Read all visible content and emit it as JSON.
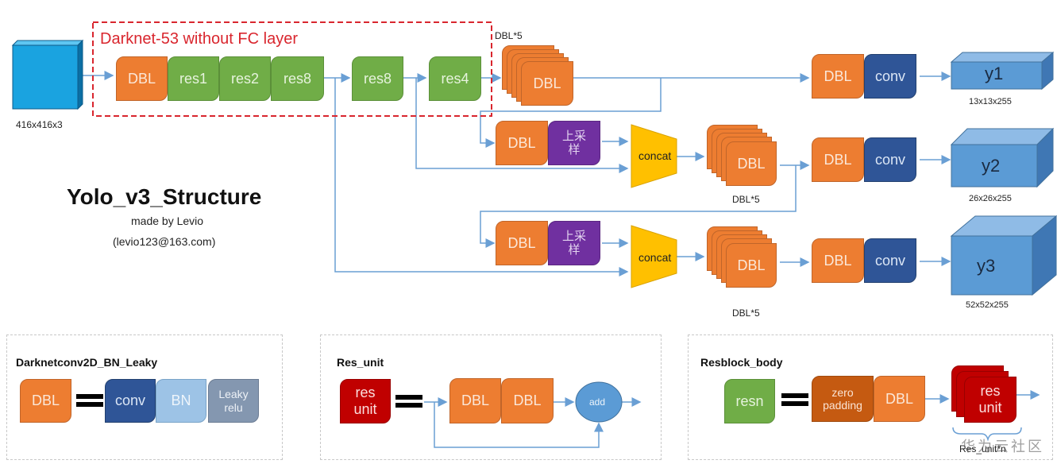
{
  "title": "Yolo_v3_Structure",
  "author_line": "made by Levio",
  "email_line": "(levio123@163.com)",
  "input": {
    "label": "416x416x3",
    "color": "#1aa3e0"
  },
  "backbone": {
    "title": "Darknet-53 without FC layer",
    "title_color": "#d9262e",
    "blocks": [
      "DBL",
      "res1",
      "res2",
      "res8"
    ]
  },
  "main_blocks": {
    "res8": "res8",
    "res4": "res4"
  },
  "dbl5_top": {
    "label": "DBL",
    "caption": "DBL*5"
  },
  "branch1": {
    "dbl": "DBL",
    "conv": "conv",
    "output": "y1",
    "size": "13x13x255"
  },
  "branch2": {
    "dbl": "DBL",
    "upsample": "上采\n样",
    "concat": "concat",
    "dbl5": "DBL",
    "dbl5_caption": "DBL*5",
    "head_dbl": "DBL",
    "conv": "conv",
    "output": "y2",
    "size": "26x26x255"
  },
  "branch3": {
    "dbl": "DBL",
    "upsample": "上采\n样",
    "concat": "concat",
    "dbl5": "DBL",
    "dbl5_caption": "DBL*5",
    "head_dbl": "DBL",
    "conv": "conv",
    "output": "y3",
    "size": "52x52x255"
  },
  "legend_dbl": {
    "title": "Darknetconv2D_BN_Leaky",
    "lhs": "DBL",
    "parts": [
      "conv",
      "BN",
      "Leaky\nrelu"
    ]
  },
  "legend_res_unit": {
    "title": "Res_unit",
    "lhs": "res\nunit",
    "parts": [
      "DBL",
      "DBL"
    ],
    "add": "add"
  },
  "legend_resblock": {
    "title": "Resblock_body",
    "lhs": "resn",
    "parts": [
      "zero\npadding",
      "DBL"
    ],
    "res_unit": "res\nunit",
    "brace_label": "Res_unit*n"
  },
  "watermark": "华为云社区",
  "colors": {
    "orange": "#ed7d31",
    "green": "#70ad47",
    "navy": "#2f5597",
    "purple": "#7030a0",
    "concat": "#ffc000",
    "output": "#5b9bd5",
    "arrow": "#6a9fd4",
    "red": "#c00000"
  }
}
